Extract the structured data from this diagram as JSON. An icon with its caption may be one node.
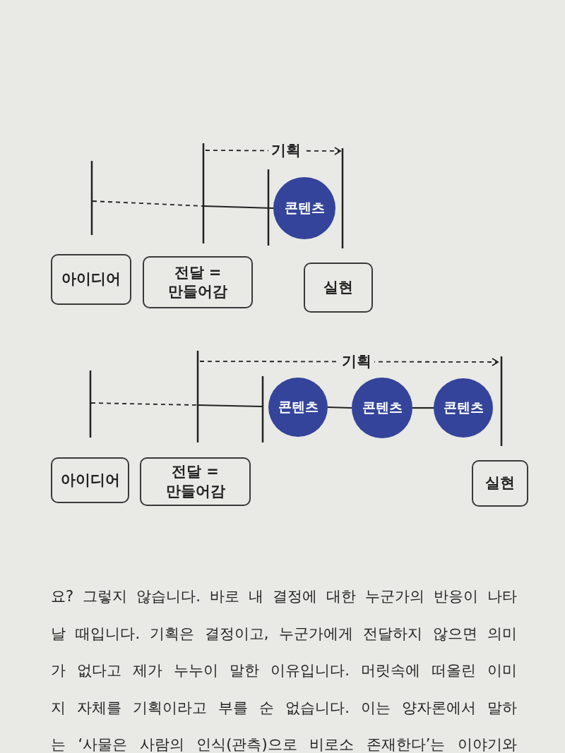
{
  "diagram": {
    "nodes": [
      {
        "text": [
          "콘텐츠"
        ]
      },
      {
        "text": [
          "아이디어"
        ]
      },
      {
        "text": [
          "전달 = 만들어감"
        ]
      },
      {
        "text": [
          "실현"
        ]
      },
      {
        "text": [
          "콘텐츠"
        ]
      },
      {
        "text": [
          "콘텐츠"
        ]
      },
      {
        "text": [
          "콘텐츠"
        ]
      },
      {
        "text": [
          "아이디어"
        ]
      },
      {
        "text": [
          "전달 =만들어감"
        ]
      },
      {
        "text": [
          "실현"
        ]
      }
    ],
    "edges": [
      {
        "from": 4,
        "to": 5,
        "arrow": "none"
      },
      {
        "from": 5,
        "to": 6,
        "arrow": "none"
      }
    ],
    "labels": [
      "기획",
      "기획",
      "요? 그렇지 않습니다. 바로 내 결정에 대한 누군가의 반응이 나타",
      "날 때입니다. 기획은 결정이고, 누군가에게 전달하지 않으면 의미",
      "가 없다고 제가 누누이 말한 이유입니다. 머릿속에 떠올린 이미",
      "지 자체를 기획이라고 부를 순 없습니다. 이는 양자론에서 말하",
      "는 ‘사물은 사람의 인식(관측)으로 비로소 존재한다’는 이야기와"
    ]
  }
}
